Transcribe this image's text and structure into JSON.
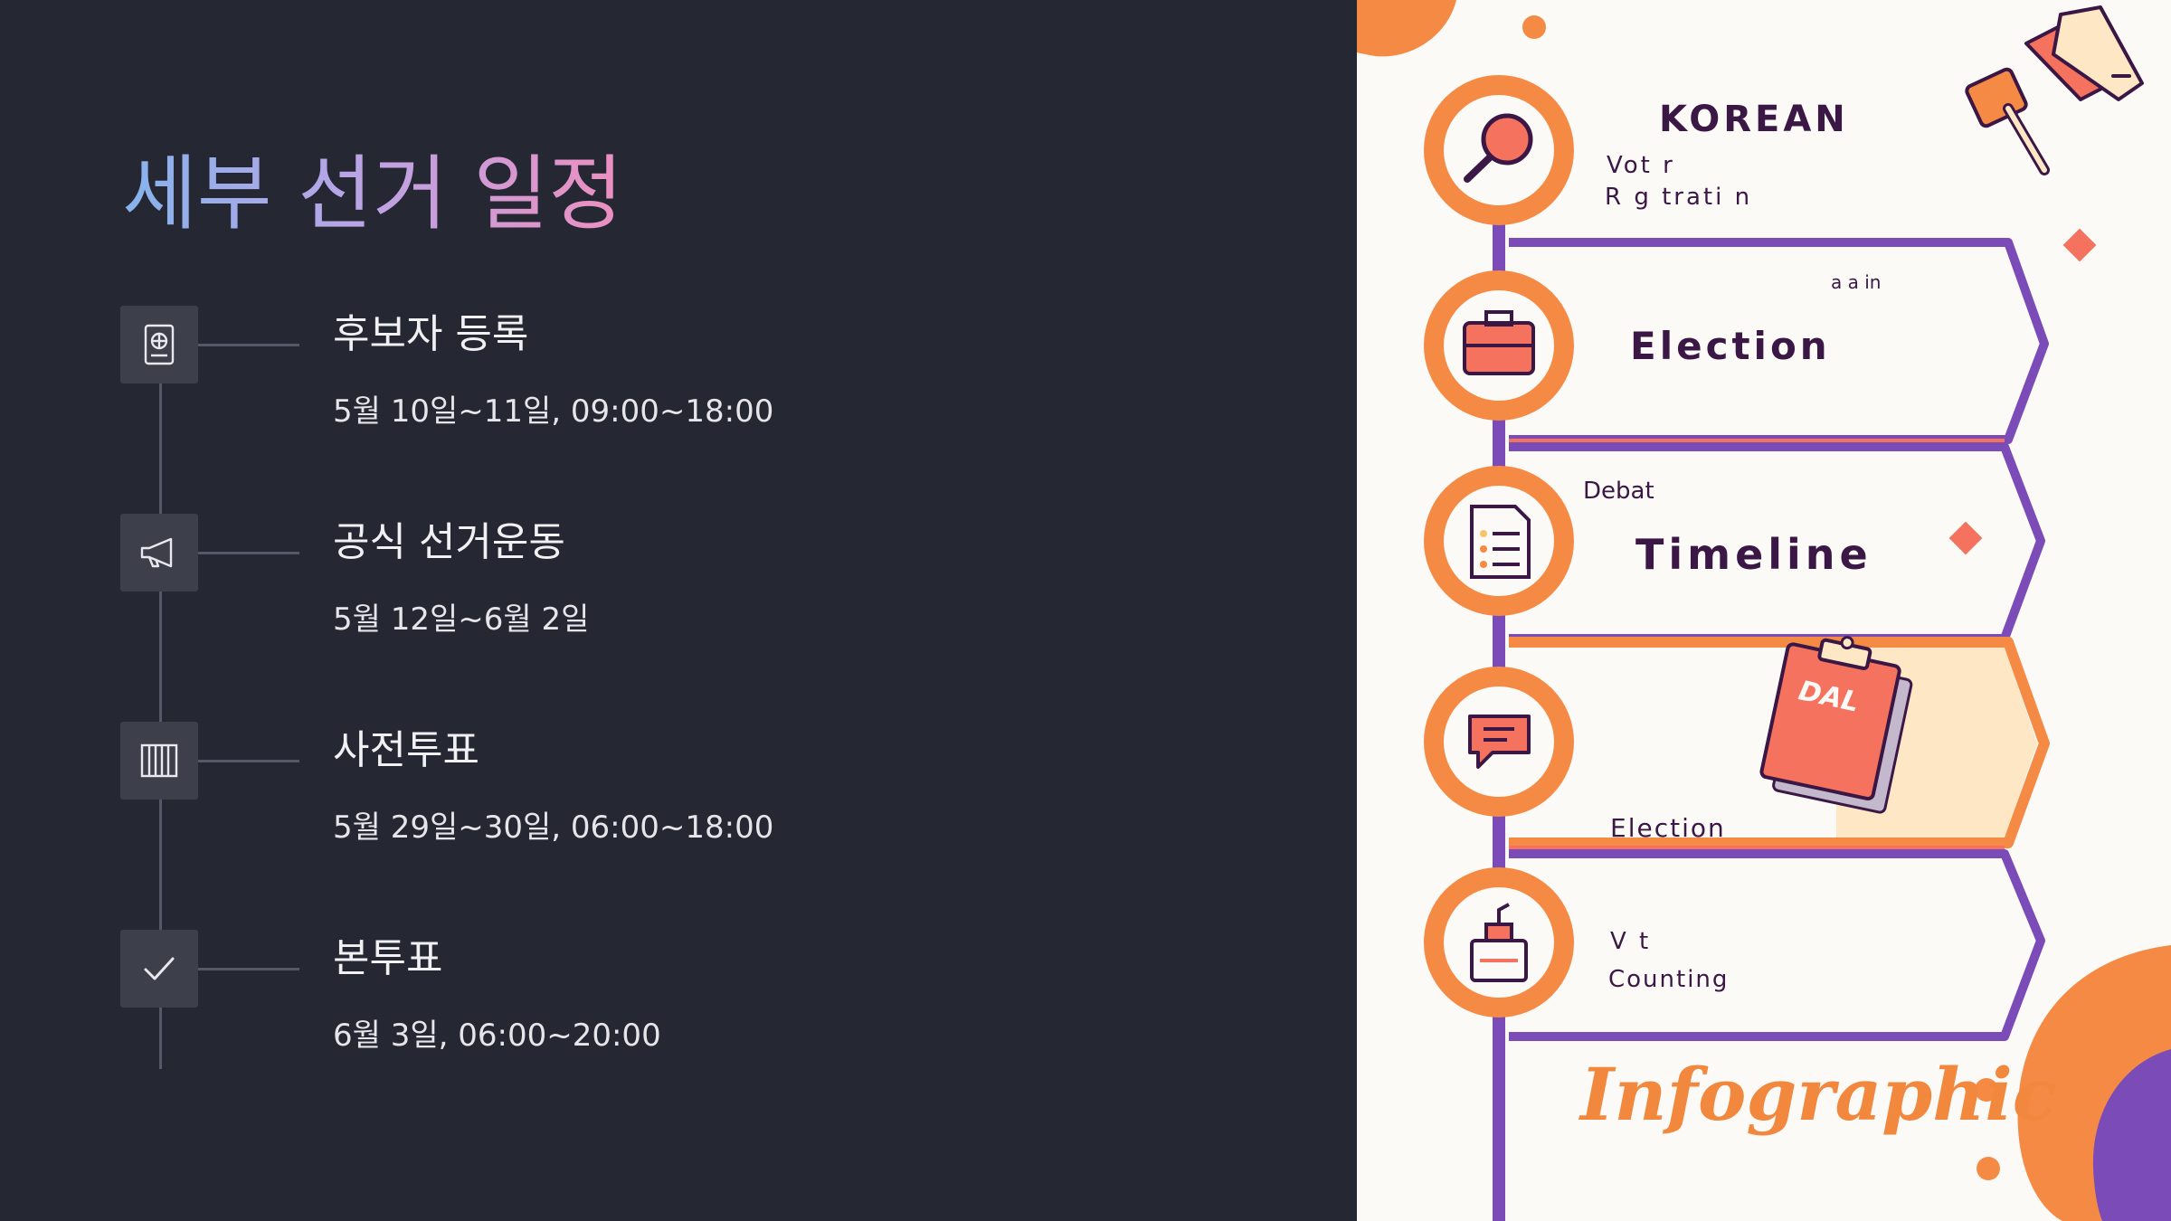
{
  "slide": {
    "title": "세부 선거 일정",
    "steps": [
      {
        "title": "후보자 등록",
        "date": "5월 10일~11일, 09:00~18:00",
        "icon": "passport-icon"
      },
      {
        "title": "공식 선거운동",
        "date": "5월 12일~6월 2일",
        "icon": "megaphone-icon"
      },
      {
        "title": "사전투표",
        "date": "5월 29일~30일, 06:00~18:00",
        "icon": "ballot-box-icon"
      },
      {
        "title": "본투표",
        "date": "6월 3일, 06:00~20:00",
        "icon": "check-icon"
      }
    ]
  },
  "infographic": {
    "heading": "KOREAN",
    "voter_line1": "Vot r",
    "voter_line2": "R g trati n",
    "small_row": "a   a    in",
    "election": "Election",
    "debate": "Debat",
    "timeline": "Timeline",
    "election_small": "Election",
    "vote_line1": "V  t",
    "vote_line2": "Counting",
    "footer": "Infographic",
    "clipboard_text": "DAL"
  },
  "colors": {
    "background": "#252733",
    "icon_box": "#3d404b",
    "line": "#555866",
    "accent_orange": "#f58a45",
    "accent_purple": "#7b4bb8",
    "coral": "#f5725f",
    "text_dark": "#3a1745"
  }
}
